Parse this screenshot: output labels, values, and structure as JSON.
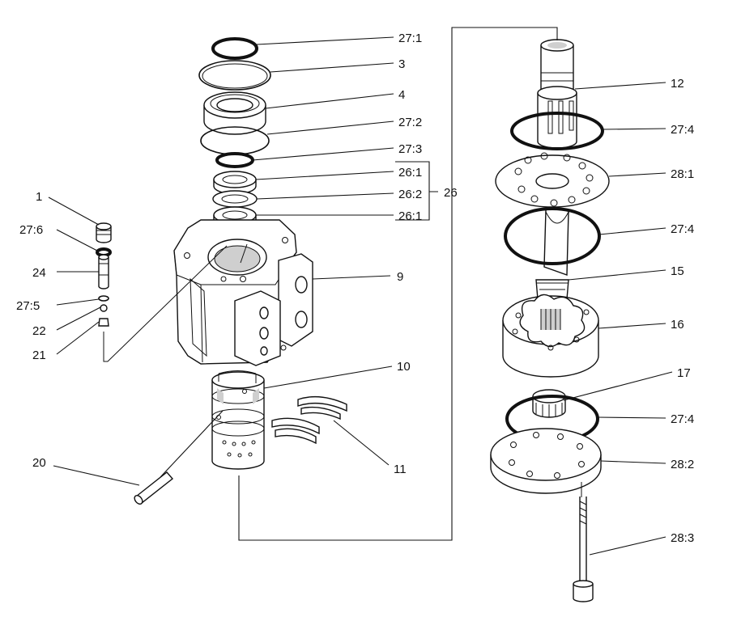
{
  "labels": {
    "p27_1_top": "27:1",
    "p3": "3",
    "p4": "4",
    "p27_2": "27:2",
    "p27_3": "27:3",
    "p26_1_a": "26:1",
    "p26_2": "26:2",
    "p26_1_b": "26:1",
    "p26": "26",
    "p9": "9",
    "p10": "10",
    "p11": "11",
    "p20": "20",
    "p1": "1",
    "p27_6": "27:6",
    "p24": "24",
    "p27_5": "27:5",
    "p22": "22",
    "p21": "21",
    "p12": "12",
    "p27_4_a": "27:4",
    "p28_1": "28:1",
    "p27_4_b": "27:4",
    "p15": "15",
    "p16": "16",
    "p17": "17",
    "p27_4_c": "27:4",
    "p28_2": "28:2",
    "p28_3": "28:3"
  }
}
